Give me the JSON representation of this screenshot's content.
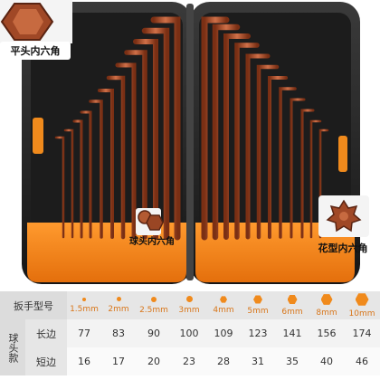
{
  "callouts": {
    "flat": "平头内六角",
    "ball": "球头内六角",
    "torx": "花型内六角"
  },
  "table": {
    "header_label": "扳手型号",
    "group_label": "球头款",
    "sizes": [
      "1.5mm",
      "2mm",
      "2.5mm",
      "3mm",
      "4mm",
      "5mm",
      "6mm",
      "8mm",
      "10mm"
    ],
    "rows": [
      {
        "label": "长边",
        "values": [
          "77",
          "83",
          "90",
          "100",
          "109",
          "123",
          "141",
          "156",
          "174"
        ]
      },
      {
        "label": "短边",
        "values": [
          "16",
          "17",
          "20",
          "23",
          "28",
          "31",
          "35",
          "40",
          "46"
        ]
      }
    ]
  },
  "colors": {
    "accent": "#f08a1c",
    "case": "#2a2a2a",
    "wrench": "#b5582e"
  }
}
